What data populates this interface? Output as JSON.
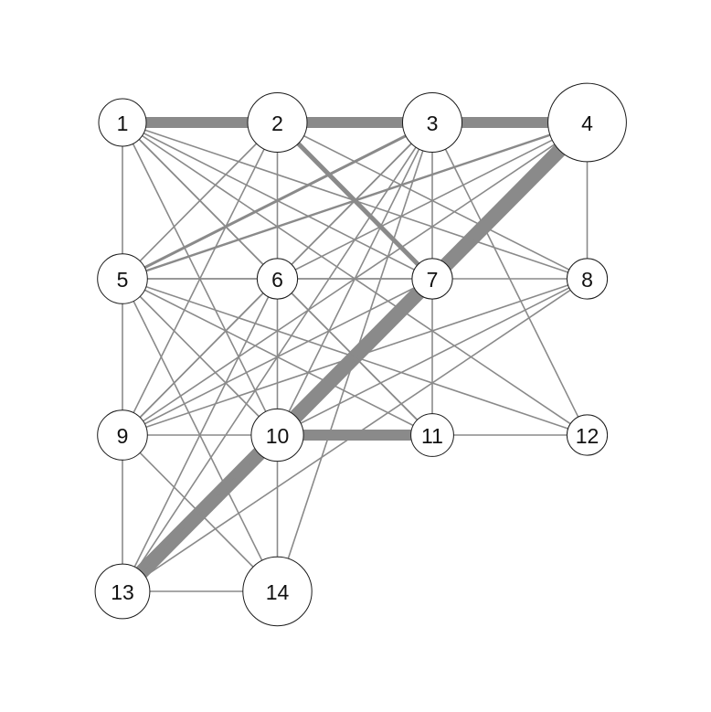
{
  "graph": {
    "type": "network",
    "colors": {
      "edge": "#8a8a8a",
      "node_fill": "#ffffff",
      "node_stroke": "#1a1a1a",
      "label": "#111111"
    },
    "nodes": [
      {
        "id": "1",
        "label": "1",
        "col": 0,
        "row": 0,
        "size": 1.0
      },
      {
        "id": "2",
        "label": "2",
        "col": 1,
        "row": 0,
        "size": 1.25
      },
      {
        "id": "3",
        "label": "3",
        "col": 2,
        "row": 0,
        "size": 1.25
      },
      {
        "id": "4",
        "label": "4",
        "col": 3,
        "row": 0,
        "size": 1.65
      },
      {
        "id": "5",
        "label": "5",
        "col": 0,
        "row": 1,
        "size": 1.05
      },
      {
        "id": "6",
        "label": "6",
        "col": 1,
        "row": 1,
        "size": 0.85
      },
      {
        "id": "7",
        "label": "7",
        "col": 2,
        "row": 1,
        "size": 0.85
      },
      {
        "id": "8",
        "label": "8",
        "col": 3,
        "row": 1,
        "size": 0.85
      },
      {
        "id": "9",
        "label": "9",
        "col": 0,
        "row": 2,
        "size": 1.05
      },
      {
        "id": "10",
        "label": "10",
        "col": 1,
        "row": 2,
        "size": 1.1
      },
      {
        "id": "11",
        "label": "11",
        "col": 2,
        "row": 2,
        "size": 0.9
      },
      {
        "id": "12",
        "label": "12",
        "col": 3,
        "row": 2,
        "size": 0.85
      },
      {
        "id": "13",
        "label": "13",
        "col": 0,
        "row": 3,
        "size": 1.15
      },
      {
        "id": "14",
        "label": "14",
        "col": 1,
        "row": 3,
        "size": 1.45
      }
    ],
    "edges": [
      {
        "source": "1",
        "target": "2",
        "weight": 6
      },
      {
        "source": "2",
        "target": "3",
        "weight": 6
      },
      {
        "source": "3",
        "target": "4",
        "weight": 6
      },
      {
        "source": "4",
        "target": "13",
        "weight": 8
      },
      {
        "source": "10",
        "target": "11",
        "weight": 6
      },
      {
        "source": "2",
        "target": "7",
        "weight": 2.5
      },
      {
        "source": "3",
        "target": "5",
        "weight": 1.5
      },
      {
        "source": "4",
        "target": "5",
        "weight": 1.2
      },
      {
        "source": "1",
        "target": "5",
        "weight": 0.8
      },
      {
        "source": "1",
        "target": "6",
        "weight": 0.8
      },
      {
        "source": "1",
        "target": "7",
        "weight": 0.8
      },
      {
        "source": "1",
        "target": "8",
        "weight": 0.8
      },
      {
        "source": "1",
        "target": "10",
        "weight": 0.8
      },
      {
        "source": "1",
        "target": "11",
        "weight": 0.8
      },
      {
        "source": "1",
        "target": "12",
        "weight": 0.8
      },
      {
        "source": "2",
        "target": "5",
        "weight": 0.8
      },
      {
        "source": "2",
        "target": "6",
        "weight": 0.8
      },
      {
        "source": "2",
        "target": "8",
        "weight": 0.8
      },
      {
        "source": "2",
        "target": "9",
        "weight": 0.8
      },
      {
        "source": "3",
        "target": "6",
        "weight": 0.8
      },
      {
        "source": "3",
        "target": "7",
        "weight": 0.8
      },
      {
        "source": "3",
        "target": "9",
        "weight": 0.8
      },
      {
        "source": "3",
        "target": "10",
        "weight": 0.8
      },
      {
        "source": "3",
        "target": "12",
        "weight": 0.8
      },
      {
        "source": "3",
        "target": "13",
        "weight": 0.8
      },
      {
        "source": "3",
        "target": "14",
        "weight": 0.8
      },
      {
        "source": "4",
        "target": "6",
        "weight": 0.8
      },
      {
        "source": "4",
        "target": "8",
        "weight": 0.8
      },
      {
        "source": "4",
        "target": "9",
        "weight": 0.8
      },
      {
        "source": "5",
        "target": "6",
        "weight": 0.8
      },
      {
        "source": "5",
        "target": "7",
        "weight": 0.8
      },
      {
        "source": "5",
        "target": "9",
        "weight": 0.8
      },
      {
        "source": "5",
        "target": "10",
        "weight": 0.8
      },
      {
        "source": "5",
        "target": "11",
        "weight": 0.8
      },
      {
        "source": "5",
        "target": "12",
        "weight": 0.8
      },
      {
        "source": "5",
        "target": "14",
        "weight": 0.8
      },
      {
        "source": "6",
        "target": "7",
        "weight": 0.8
      },
      {
        "source": "6",
        "target": "9",
        "weight": 0.8
      },
      {
        "source": "6",
        "target": "10",
        "weight": 0.8
      },
      {
        "source": "6",
        "target": "11",
        "weight": 0.8
      },
      {
        "source": "6",
        "target": "13",
        "weight": 0.8
      },
      {
        "source": "7",
        "target": "8",
        "weight": 0.8
      },
      {
        "source": "7",
        "target": "9",
        "weight": 0.8
      },
      {
        "source": "7",
        "target": "11",
        "weight": 0.8
      },
      {
        "source": "8",
        "target": "9",
        "weight": 0.8
      },
      {
        "source": "8",
        "target": "10",
        "weight": 0.8
      },
      {
        "source": "8",
        "target": "13",
        "weight": 0.8
      },
      {
        "source": "9",
        "target": "10",
        "weight": 0.8
      },
      {
        "source": "9",
        "target": "13",
        "weight": 0.8
      },
      {
        "source": "9",
        "target": "14",
        "weight": 0.8
      },
      {
        "source": "10",
        "target": "13",
        "weight": 0.8
      },
      {
        "source": "10",
        "target": "14",
        "weight": 0.8
      },
      {
        "source": "11",
        "target": "12",
        "weight": 0.8
      },
      {
        "source": "13",
        "target": "14",
        "weight": 0.8
      }
    ]
  }
}
